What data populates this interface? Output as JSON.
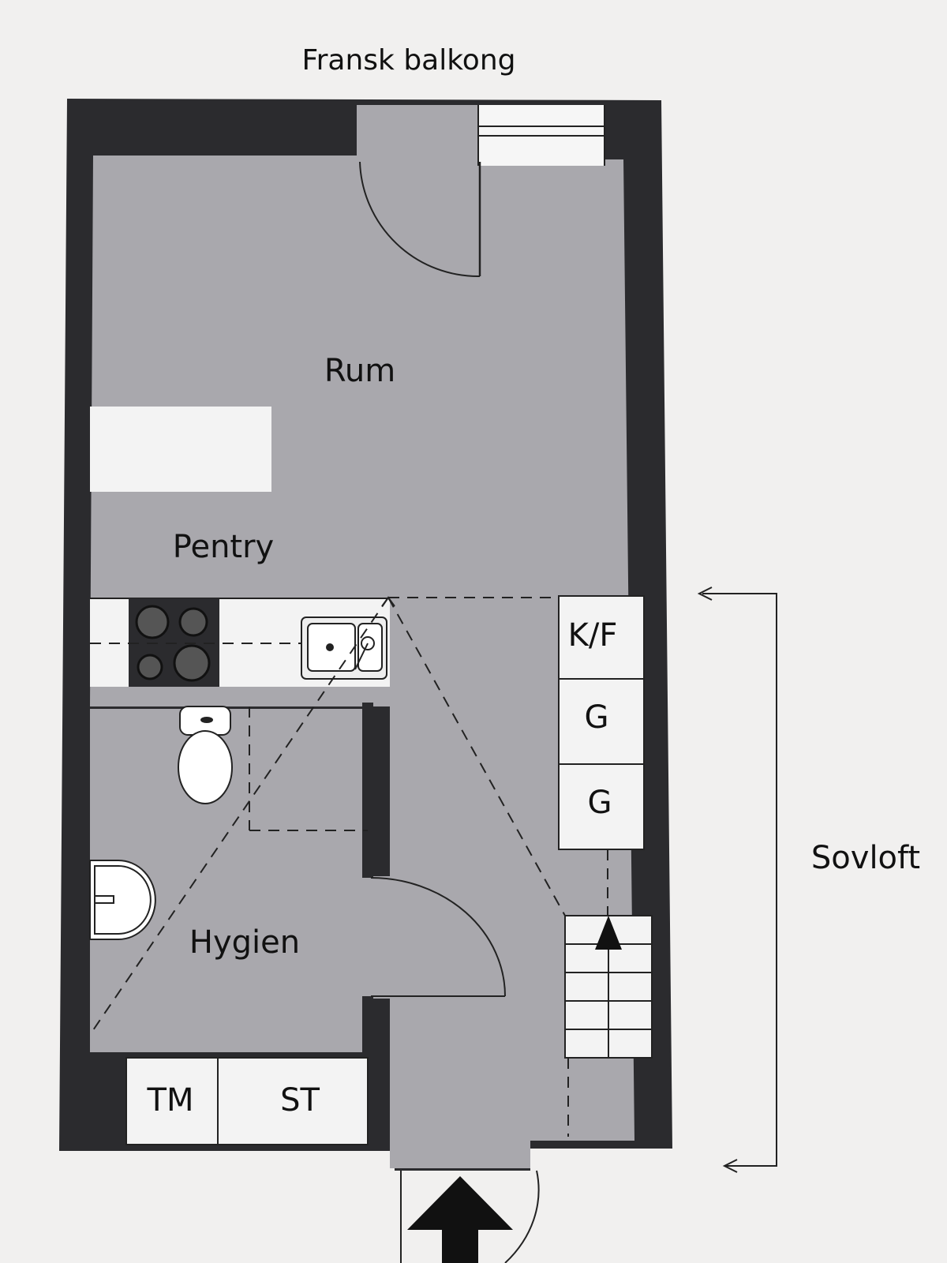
{
  "title": "Fransk balkong",
  "rooms": {
    "rum": "Rum",
    "pentry": "Pentry",
    "hygien": "Hygien"
  },
  "storage": {
    "kf": "K/F",
    "g1": "G",
    "g2": "G",
    "tm": "TM",
    "st": "ST"
  },
  "side_label": "Sovloft",
  "colors": {
    "wall": "#2b2b2e",
    "floor": "#a9a8ad",
    "paper": "#f1f0ef",
    "fixture": "#f3f3f3"
  }
}
